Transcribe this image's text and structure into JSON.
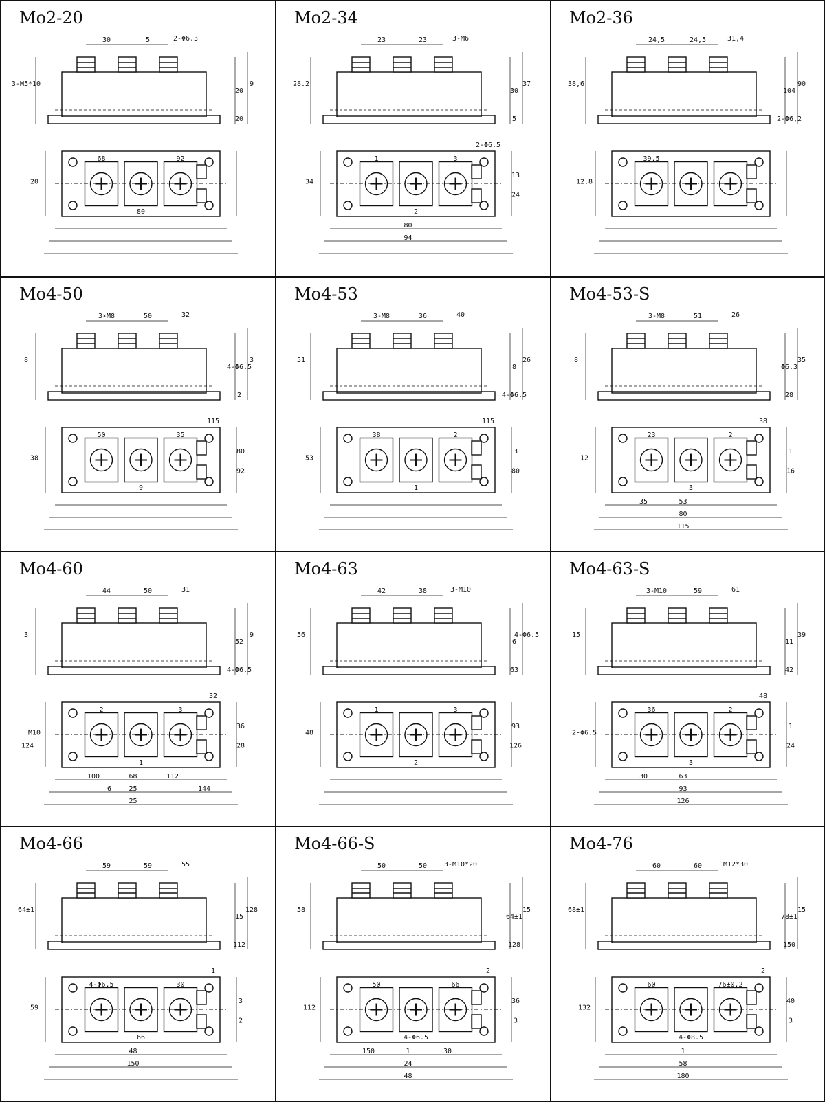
{
  "cells": [
    {
      "title": "Mo2-20",
      "dims": [
        "30",
        "5",
        "2-Φ6.3",
        "3-M5*10",
        "20",
        "9",
        "20",
        "20",
        "68",
        "80",
        "92"
      ]
    },
    {
      "title": "Mo2-34",
      "dims": [
        "23",
        "23",
        "3-M6",
        "28.2",
        "30",
        "37",
        "5",
        "34",
        "1",
        "2",
        "3",
        "13",
        "24",
        "2-Φ6.5",
        "80",
        "94"
      ]
    },
    {
      "title": "Mo2-36",
      "dims": [
        "24,5",
        "24,5",
        "31,4",
        "38,6",
        "104",
        "90",
        "2-Φ6,2",
        "12,8",
        "39,5"
      ]
    },
    {
      "title": "Mo4-50",
      "dims": [
        "3×M8",
        "50",
        "32",
        "8",
        "4-Φ6.5",
        "3",
        "2",
        "38",
        "50",
        "9",
        "35",
        "80",
        "92",
        "115"
      ]
    },
    {
      "title": "Mo4-53",
      "dims": [
        "3-M8",
        "36",
        "40",
        "51",
        "8",
        "26",
        "4-Φ6.5",
        "53",
        "38",
        "1",
        "2",
        "3",
        "80",
        "115"
      ]
    },
    {
      "title": "Mo4-53-S",
      "dims": [
        "3-M8",
        "51",
        "26",
        "8",
        "Φ6.3",
        "35",
        "28",
        "12",
        "23",
        "3",
        "2",
        "1",
        "16",
        "38",
        "53",
        "80",
        "115",
        "35"
      ]
    },
    {
      "title": "Mo4-60",
      "dims": [
        "44",
        "50",
        "31",
        "3",
        "52",
        "9",
        "4-Φ6.5",
        "M10",
        "2",
        "1",
        "3",
        "36",
        "28",
        "32",
        "68",
        "25",
        "25",
        "100",
        "112",
        "124",
        "144",
        "6"
      ]
    },
    {
      "title": "Mo4-63",
      "dims": [
        "42",
        "38",
        "3-M10",
        "56",
        "6",
        "4-Φ6.5",
        "63",
        "48",
        "1",
        "2",
        "3",
        "93",
        "126"
      ]
    },
    {
      "title": "Mo4-63-S",
      "dims": [
        "3-M10",
        "59",
        "61",
        "15",
        "11",
        "39",
        "42",
        "2-Φ6.5",
        "36",
        "3",
        "2",
        "1",
        "24",
        "48",
        "63",
        "93",
        "126",
        "30"
      ]
    },
    {
      "title": "Mo4-66",
      "dims": [
        "59",
        "59",
        "55",
        "64±1",
        "15",
        "128",
        "112",
        "59",
        "4-Φ6.5",
        "66",
        "30",
        "3",
        "2",
        "1",
        "48",
        "150"
      ]
    },
    {
      "title": "Mo4-66-S",
      "dims": [
        "50",
        "50",
        "3-M10*20",
        "58",
        "64±1",
        "15",
        "128",
        "112",
        "50",
        "4-Φ6.5",
        "66",
        "36",
        "3",
        "2",
        "1",
        "24",
        "48",
        "150",
        "30"
      ]
    },
    {
      "title": "Mo4-76",
      "dims": [
        "60",
        "60",
        "M12*30",
        "68±1",
        "78±1",
        "15",
        "150",
        "132",
        "60",
        "4-Φ8.5",
        "76±0.2",
        "40",
        "3",
        "2",
        "1",
        "58",
        "180"
      ]
    }
  ]
}
